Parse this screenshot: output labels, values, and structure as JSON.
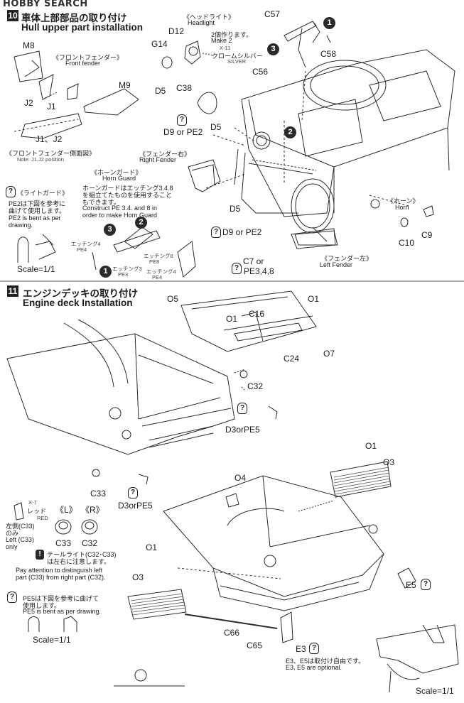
{
  "watermark": "HOBBY SEARCH",
  "step10": {
    "number": "10",
    "title_jp": "車体上部部品の取り付け",
    "title_en": "Hull upper part installation",
    "front_fender_jp": "《フロントフェンダー》",
    "front_fender_en": "Front fender",
    "front_fender_side_jp": "《フロントフェンダー側面図》",
    "front_fender_note": "Note: J1,J2 position",
    "headlight_jp": "《ヘッドライト》",
    "headlight_en": "Headlight",
    "make2_jp": "2個作ります。",
    "make2_en": "Make 2",
    "paint_code": "X-11",
    "paint_jp": "クロームシルバー",
    "paint_en": "SILVER",
    "right_fender_jp": "《フェンダー右》",
    "right_fender_en": "Right Fender",
    "left_fender_jp": "《フェンダー左》",
    "left_fender_en": "Left Fender",
    "horn_guard_jp": "《ホーンガード》",
    "horn_guard_en": "Horn Guard",
    "horn_guard_text_jp": [
      "ホーンガードはエッチング3.4.8",
      "を組立てたものを使用すること",
      "もできます。"
    ],
    "horn_guard_text_en": [
      "Construct PE 3.4. and 8 in",
      "order to make Horn Guard"
    ],
    "horn_jp": "《ホーン》",
    "horn_en": "Horn",
    "light_guard_jp": "《ライトガード》",
    "pe2_note_jp": [
      "PE2は下図を参考に",
      "曲げて使用します。"
    ],
    "pe2_note_en": [
      "PE2 is bent as per",
      "drawing."
    ],
    "scale": "Scale=1/1",
    "etch": {
      "pe4": [
        "エッチング4",
        "PE4"
      ],
      "pe3": [
        "エッチング3",
        "PE3"
      ],
      "pe8": [
        "エッチング8",
        "PE8"
      ],
      "pe4b": [
        "エッチング4",
        "PE4"
      ]
    },
    "labels": {
      "M8": "M8",
      "J2": "J2",
      "J1": "J1",
      "M9": "M9",
      "J1J2": "J1、J2",
      "G14": "G14",
      "D12": "D12",
      "C57": "C57",
      "C58": "C58",
      "C56": "C56",
      "C38": "C38",
      "D5a": "D5",
      "D9PE2a": "D9 or PE2",
      "D5b": "D5",
      "D5c": "D5",
      "D9PE2b": "D9 or PE2",
      "C7or": "C7 or",
      "PE348": "PE3,4,8",
      "C10": "C10",
      "C9": "C9"
    },
    "step_circles": [
      "1",
      "2",
      "3",
      "3",
      "2",
      "1"
    ]
  },
  "step11": {
    "number": "11",
    "title_jp": "エンジンデッキの取り付け",
    "title_en": "Engine deck Installation",
    "labels": {
      "O5": "O5",
      "O1a": "O1",
      "O1b": "O1",
      "C16": "C16",
      "C24": "C24",
      "O7": "O7",
      "C32": "C32",
      "D3orPE5a": "D3orPE5",
      "O1c": "O1",
      "O3a": "O3",
      "O4": "O4",
      "C33": "C33",
      "D3orPE5b": "D3orPE5",
      "O1d": "O1",
      "O3b": "O3",
      "E5": "E5",
      "C66": "C66",
      "C65": "C65",
      "E3": "E3"
    },
    "red_paint_code": "X-7",
    "red_paint_jp": "レッド",
    "red_paint_en": "RED",
    "left_only_jp": [
      "左側(C33)",
      "のみ"
    ],
    "left_only_en": [
      "Left (C33)",
      "only"
    ],
    "side_L": "《L》",
    "side_R": "《R》",
    "c33": "C33",
    "c32": "C32",
    "tail_light_jp": [
      "テールライト(C32･C33)",
      "は左右に注意します。"
    ],
    "tail_light_en": [
      "Pay attention to distinguish left",
      "part (C33) from right part (C32)."
    ],
    "pe5_jp": [
      "PE5は下図を参考に曲げて",
      "使用します。"
    ],
    "pe5_en": "PE5 is bent as per drawing.",
    "scale": "Scale=1/1",
    "scale2": "Scale=1/1",
    "optional_jp": "E3、E5は取付け自由です。",
    "optional_en": "E3, E5 are optional."
  }
}
